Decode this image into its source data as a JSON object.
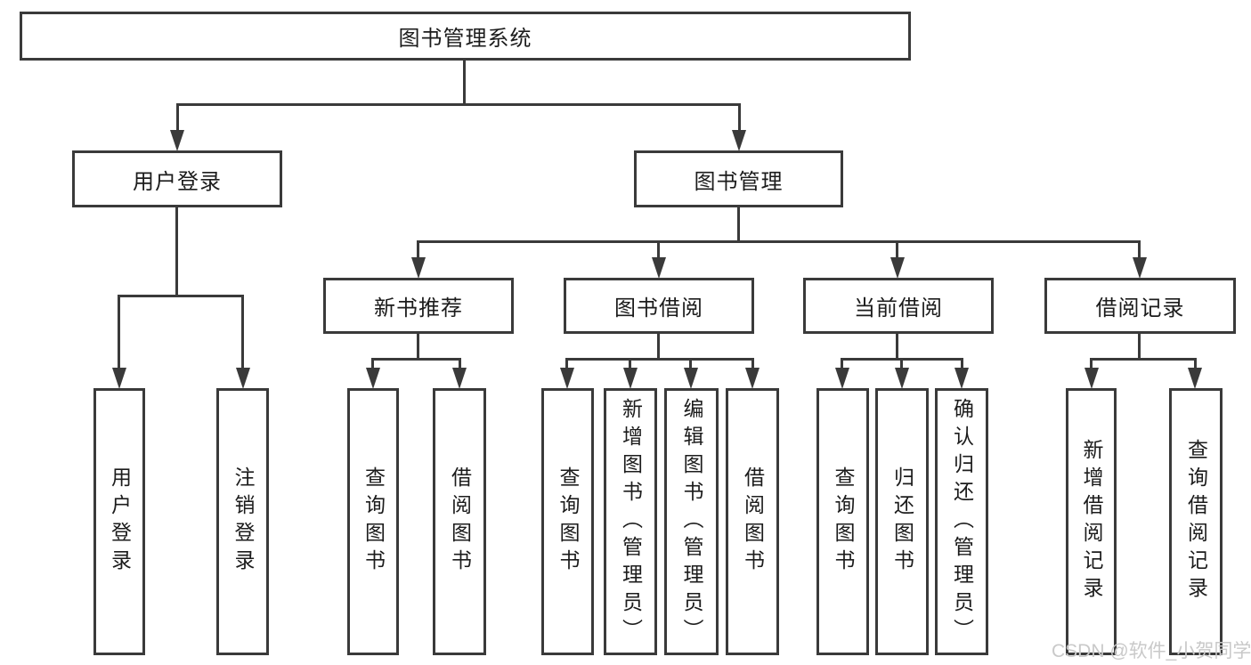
{
  "diagram": {
    "root": {
      "label": "图书管理系统",
      "children": [
        {
          "label": "用户登录",
          "children": [
            {
              "label": "用户登录"
            },
            {
              "label": "注销登录"
            }
          ]
        },
        {
          "label": "图书管理",
          "children": [
            {
              "label": "新书推荐",
              "children": [
                {
                  "label": "查询图书"
                },
                {
                  "label": "借阅图书"
                }
              ]
            },
            {
              "label": "图书借阅",
              "children": [
                {
                  "label": "查询图书"
                },
                {
                  "label": "新增图书（管理员）"
                },
                {
                  "label": "编辑图书（管理员）"
                },
                {
                  "label": "借阅图书"
                }
              ]
            },
            {
              "label": "当前借阅",
              "children": [
                {
                  "label": "查询图书"
                },
                {
                  "label": "归还图书"
                },
                {
                  "label": "确认归还（管理员）"
                }
              ]
            },
            {
              "label": "借阅记录",
              "children": [
                {
                  "label": "新增借阅记录"
                },
                {
                  "label": "查询借阅记录"
                }
              ]
            }
          ]
        }
      ]
    }
  },
  "watermark": {
    "text": "CSDN @软件_小贺同学"
  },
  "colors": {
    "line": "#3a3a3a",
    "text": "#1c1c1c",
    "watermark": "#c9c9c9"
  }
}
